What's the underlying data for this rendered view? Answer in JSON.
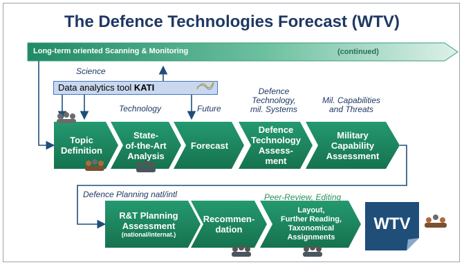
{
  "title": "The Defence Technologies Forecast (WTV)",
  "banner": {
    "label": "Long-term oriented Scanning & Monitoring",
    "continued": "(continued)"
  },
  "kati": {
    "prefix": "Data analytics tool ",
    "name": "KATI"
  },
  "labels": {
    "science": "Science",
    "technology": "Technology",
    "future": "Future",
    "defence_tech": [
      "Defence",
      "Technology,",
      "mil. Systems"
    ],
    "mil_cap": [
      "Mil. Capabilities",
      "and Threats"
    ],
    "defence_planning": "Defence Planning natl/intl",
    "peer_review": "Peer-Review, Editing"
  },
  "row1": [
    {
      "lines": [
        "Topic",
        "Definition"
      ]
    },
    {
      "lines": [
        "State-",
        "of-the-Art",
        "Analysis"
      ]
    },
    {
      "lines": [
        "Forecast"
      ]
    },
    {
      "lines": [
        "Defence",
        "Technology",
        "Assess-",
        "ment"
      ]
    },
    {
      "lines": [
        "Military",
        "Capability",
        "Assessment"
      ]
    }
  ],
  "row2": [
    {
      "lines": [
        "R&T Planning",
        "Assessment"
      ],
      "sub": "(national/internat.)"
    },
    {
      "lines": [
        "Recommen-",
        "dation"
      ]
    },
    {
      "lines": [
        "Layout,",
        "Further Reading,",
        "Taxonomical",
        "Assignments"
      ]
    }
  ],
  "wtv": "WTV",
  "colors": {
    "green": "#1f8a64",
    "green_dark": "#17714f",
    "navy": "#1f4e79",
    "title": "#1f3864",
    "kati_bg": "#c9d8ee"
  }
}
